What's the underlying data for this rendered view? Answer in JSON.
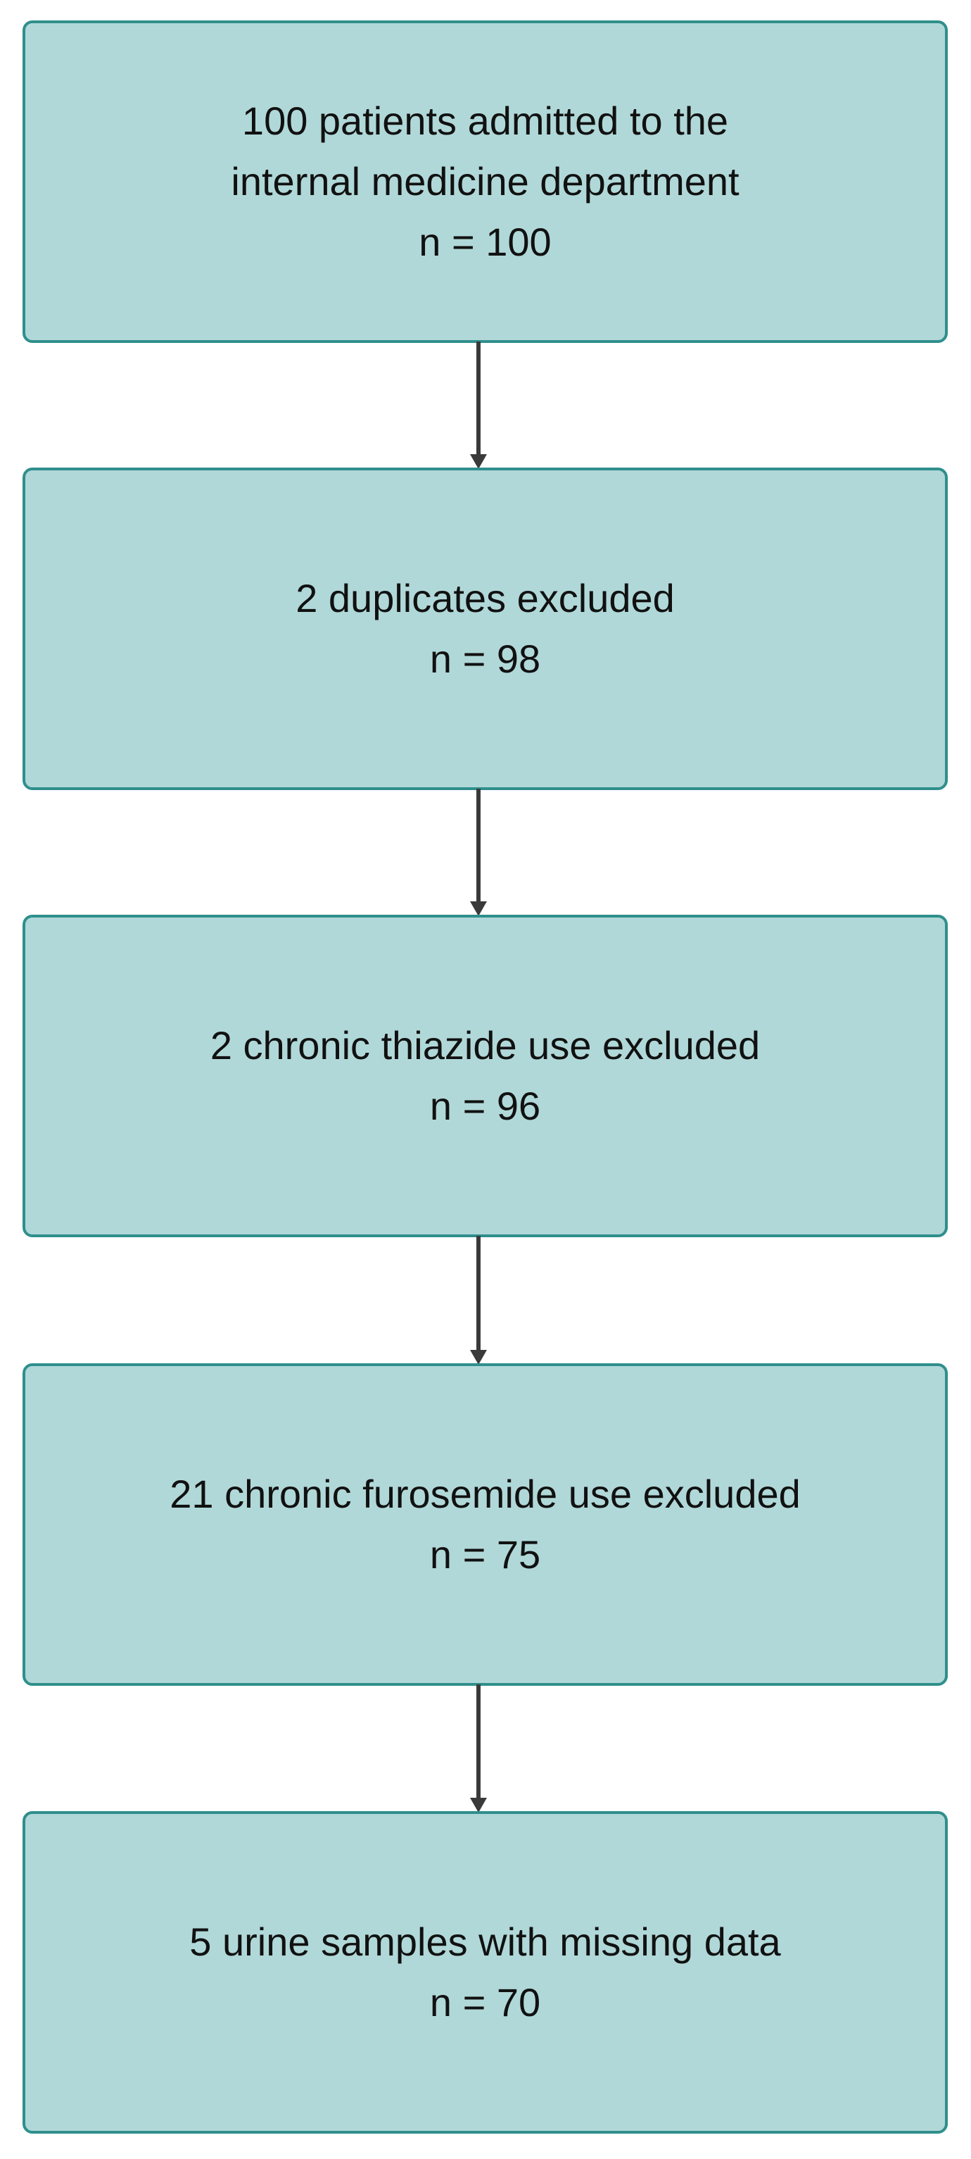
{
  "flowchart": {
    "boxes": [
      {
        "line1": "100 patients admitted to the",
        "line2": "internal medicine department",
        "count": "n = 100"
      },
      {
        "line1": "2 duplicates excluded",
        "count": "n = 98"
      },
      {
        "line1": "2 chronic thiazide use excluded",
        "count": "n = 96"
      },
      {
        "line1": "21 chronic furosemide use excluded",
        "count": "n = 75"
      },
      {
        "line1": "5 urine samples with missing data",
        "count": "n = 70"
      }
    ],
    "colors": {
      "box_fill": "#b1d8d8",
      "box_border": "#2f8f8c",
      "arrow": "#3a3a3a",
      "text": "#111111"
    }
  }
}
